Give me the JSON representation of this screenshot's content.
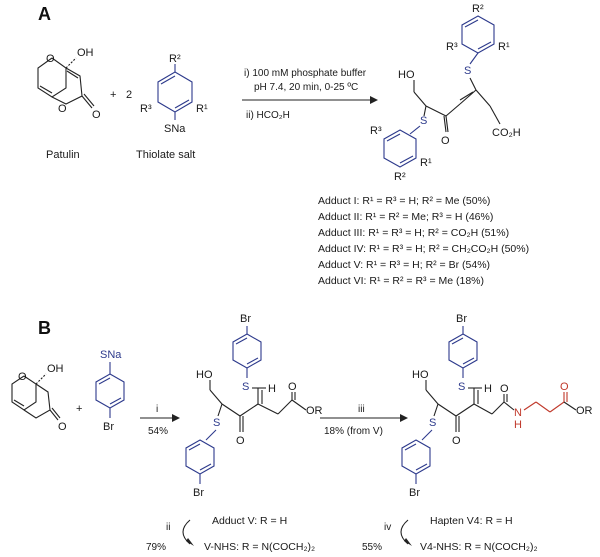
{
  "panels": {
    "a": "A",
    "b": "B"
  },
  "reaction_a": {
    "patulin_label": "Patulin",
    "thiolate_label": "Thiolate salt",
    "plus": "+",
    "two": "2",
    "cond1_line1": "i) 100 mM phosphate buffer",
    "cond1_line2": "pH 7.4, 20 min, 0-25 ºC",
    "cond2": "ii) HCO₂H"
  },
  "adducts": [
    {
      "label": "Adduct I: R¹ = R³ = H; R² = Me  (50%)"
    },
    {
      "label": "Adduct II: R¹ = R² = Me; R³ = H  (46%)"
    },
    {
      "label": "Adduct III: R¹ = R³ = H; R² = CO₂H  (51%)"
    },
    {
      "label": "Adduct IV: R¹ = R³ = H; R² = CH₂CO₂H  (50%)"
    },
    {
      "label": "Adduct V: R¹ = R³ = H; R² = Br  (54%)"
    },
    {
      "label": "Adduct VI: R¹ = R² = R³ = Me  (18%)"
    }
  ],
  "reaction_b": {
    "step_i": "i",
    "yield_i": "54%",
    "step_iii": "iii",
    "yield_iii": "18% (from V)",
    "step_ii": "ii",
    "yield_ii": "79%",
    "adduct_v": "Adduct V: R = H",
    "v_nhs": "V-NHS: R = N(COCH₂)₂",
    "step_iv": "iv",
    "yield_iv": "55%",
    "hapten": "Hapten V4: R = H",
    "v4_nhs": "V4-NHS: R = N(COCH₂)₂"
  },
  "atoms": {
    "oh": "OH",
    "ho": "HO",
    "o": "O",
    "s": "S",
    "sna": "SNa",
    "br": "Br",
    "r1": "R¹",
    "r2": "R²",
    "r3": "R³",
    "co2h": "CO₂H",
    "or": "OR",
    "h": "H",
    "n_h": "N",
    "n_h2": "H"
  }
}
